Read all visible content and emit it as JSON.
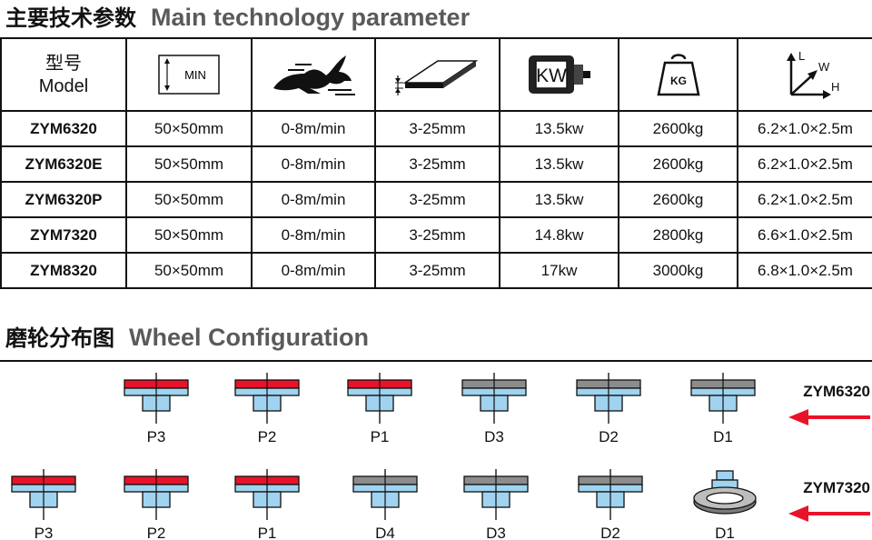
{
  "spec_heading": {
    "cn": "主要技术参数",
    "en": "Main technology parameter"
  },
  "spec_table": {
    "model_header_cn": "型号",
    "model_header_en": "Model",
    "size_icon_text": "MIN",
    "power_icon_text": "KW",
    "weight_icon_text": "KG",
    "axis_labels": {
      "l": "L",
      "w": "W",
      "h": "H"
    },
    "header_icons": [
      "min-size-icon",
      "rabbit-speed-icon",
      "board-thickness-icon",
      "motor-power-icon",
      "weight-icon",
      "dimension-axes-icon"
    ],
    "rows": [
      {
        "model": "ZYM6320",
        "size": "50×50mm",
        "speed": "0-8m/min",
        "thickness": "3-25mm",
        "power": "13.5kw",
        "weight": "2600kg",
        "dimension": "6.2×1.0×2.5m"
      },
      {
        "model": "ZYM6320E",
        "size": "50×50mm",
        "speed": "0-8m/min",
        "thickness": "3-25mm",
        "power": "13.5kw",
        "weight": "2600kg",
        "dimension": "6.2×1.0×2.5m"
      },
      {
        "model": "ZYM6320P",
        "size": "50×50mm",
        "speed": "0-8m/min",
        "thickness": "3-25mm",
        "power": "13.5kw",
        "weight": "2600kg",
        "dimension": "6.2×1.0×2.5m"
      },
      {
        "model": "ZYM7320",
        "size": "50×50mm",
        "speed": "0-8m/min",
        "thickness": "3-25mm",
        "power": "14.8kw",
        "weight": "2800kg",
        "dimension": "6.6×1.0×2.5m"
      },
      {
        "model": "ZYM8320",
        "size": "50×50mm",
        "speed": "0-8m/min",
        "thickness": "3-25mm",
        "power": "17kw",
        "weight": "3000kg",
        "dimension": "6.8×1.0×2.5m"
      }
    ]
  },
  "wheel_heading": {
    "cn": "磨轮分布图",
    "en": "Wheel Configuration"
  },
  "wheel_rows": [
    {
      "model": "ZYM6320",
      "wheels": [
        {
          "label": "P3",
          "kind": "polish"
        },
        {
          "label": "P2",
          "kind": "polish"
        },
        {
          "label": "P1",
          "kind": "polish"
        },
        {
          "label": "D3",
          "kind": "diamond"
        },
        {
          "label": "D2",
          "kind": "diamond"
        },
        {
          "label": "D1",
          "kind": "diamond"
        }
      ]
    },
    {
      "model": "ZYM7320",
      "wheels": [
        {
          "label": "P3",
          "kind": "polish"
        },
        {
          "label": "P2",
          "kind": "polish"
        },
        {
          "label": "P1",
          "kind": "polish"
        },
        {
          "label": "D4",
          "kind": "diamond"
        },
        {
          "label": "D3",
          "kind": "diamond"
        },
        {
          "label": "D2",
          "kind": "diamond"
        },
        {
          "label": "D1",
          "kind": "cup"
        }
      ]
    }
  ],
  "colors": {
    "polish_top": "#e8132a",
    "diamond_top": "#8c8c8c",
    "base_blue": "#9fd3f0",
    "arrow_red": "#e8132a"
  }
}
